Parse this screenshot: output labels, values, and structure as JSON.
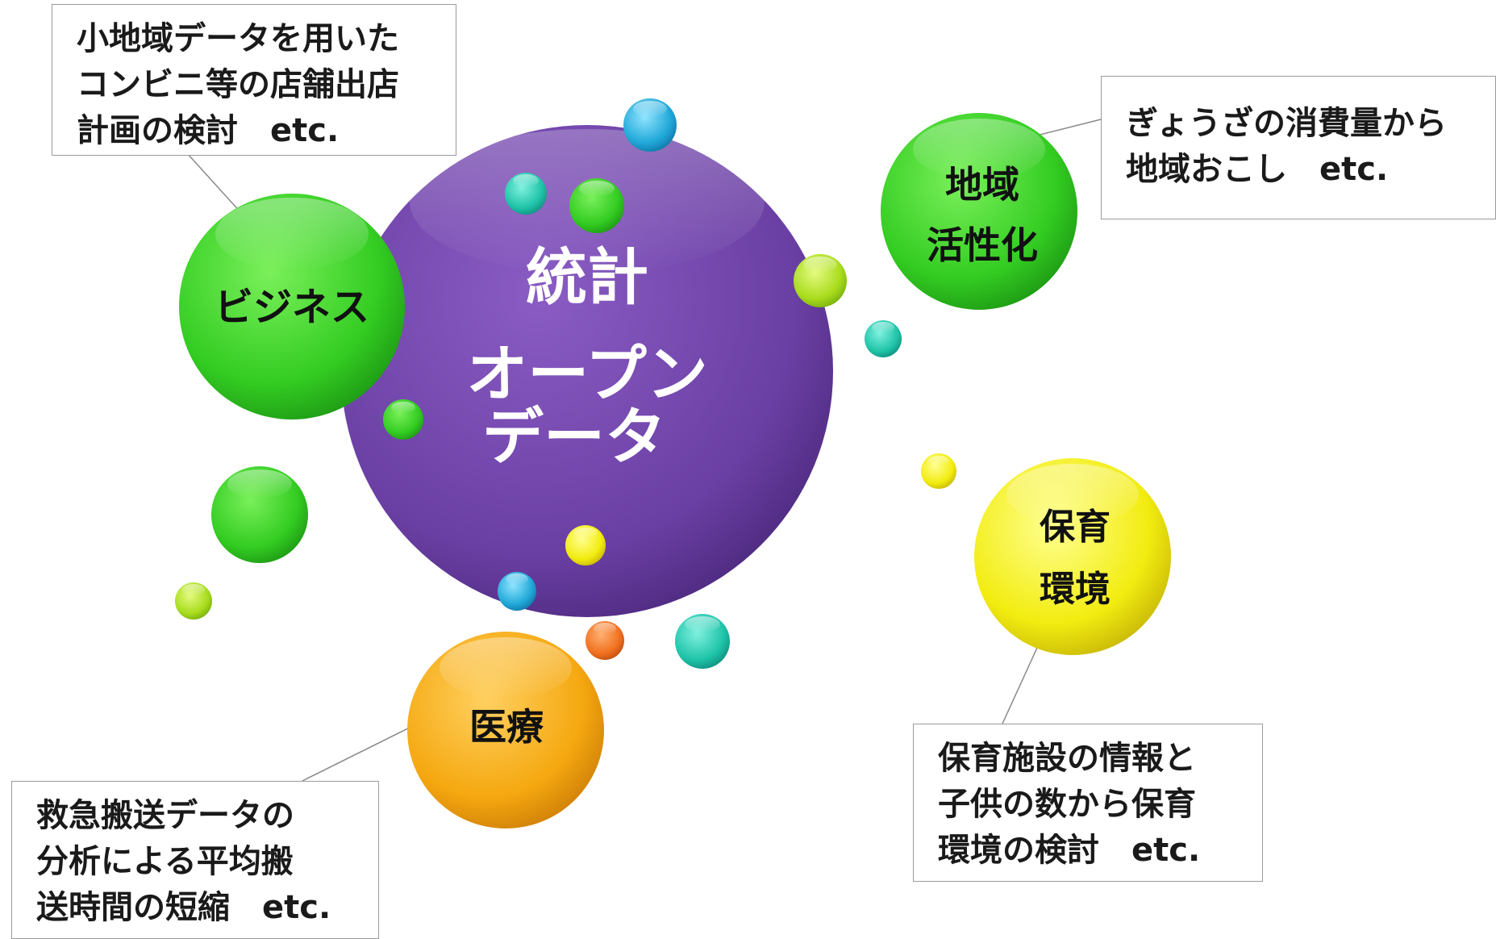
{
  "center": {
    "line1": "統計",
    "line2": "オープン",
    "line3": "データ"
  },
  "topics": {
    "business": "ビジネス",
    "region_line1": "地域",
    "region_line2": "活性化",
    "childcare_line1": "保育",
    "childcare_line2": "環境",
    "medical": "医療"
  },
  "callouts": {
    "business": [
      "小地域データを用いた",
      "コンビニ等の店舗出店",
      "計画の検討　etc."
    ],
    "region": [
      "ぎょうざの消費量から",
      "地域おこし　etc."
    ],
    "childcare": [
      "保育施設の情報と",
      "子供の数から保育",
      "環境の検討　etc."
    ],
    "medical": [
      "救急搬送データの",
      "分析による平均搬",
      "送時間の短縮　etc."
    ]
  },
  "colors": {
    "center": "#6a3fa3",
    "green": "#33cc22",
    "yellow_green": "#b8e020",
    "yellow": "#f2ec10",
    "orange": "#f5a810",
    "teal": "#1fc4a8",
    "cyan": "#20a8d8",
    "dark_orange": "#f07020"
  }
}
